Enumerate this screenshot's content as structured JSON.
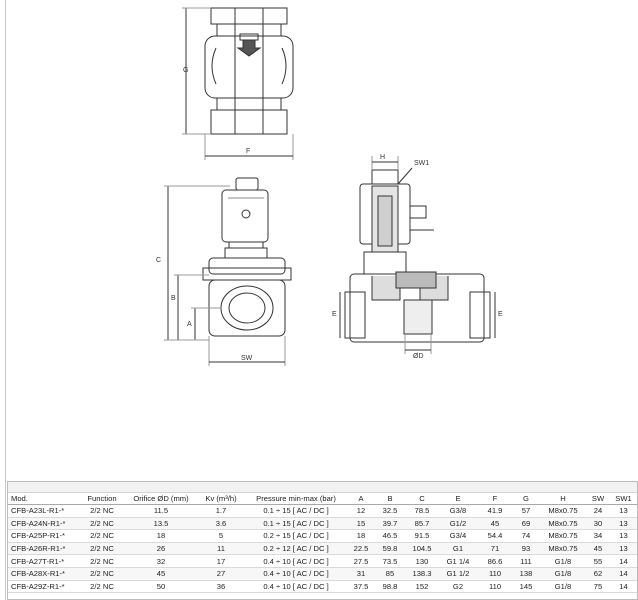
{
  "drawing": {
    "top_view": {
      "dim_g": "G",
      "dim_f": "F"
    },
    "front_view": {
      "dim_c": "C",
      "dim_b": "B",
      "dim_a": "A",
      "dim_sw": "SW"
    },
    "section_view": {
      "dim_h": "H",
      "dim_sw1": "SW1",
      "dim_e_left": "E",
      "dim_e_right": "E",
      "dim_d": "ØD"
    }
  },
  "table": {
    "columns": [
      "Mod.",
      "Function",
      "Orifice ØD (mm)",
      "Kv (m³/h)",
      "Pressure min-max (bar)",
      "A",
      "B",
      "C",
      "E",
      "F",
      "G",
      "H",
      "SW",
      "SW1"
    ],
    "rows": [
      [
        "CFB-A23L-R1-*",
        "2/2 NC",
        "11.5",
        "1.7",
        "0.1 ÷ 15 [ AC / DC ]",
        "12",
        "32.5",
        "78.5",
        "G3/8",
        "41.9",
        "57",
        "M8x0.75",
        "24",
        "13"
      ],
      [
        "CFB-A24N-R1-*",
        "2/2 NC",
        "13.5",
        "3.6",
        "0.1 ÷ 15 [ AC / DC ]",
        "15",
        "39.7",
        "85.7",
        "G1/2",
        "45",
        "69",
        "M8x0.75",
        "30",
        "13"
      ],
      [
        "CFB-A25P-R1-*",
        "2/2 NC",
        "18",
        "5",
        "0.2 ÷ 15 [ AC / DC ]",
        "18",
        "46.5",
        "91.5",
        "G3/4",
        "54.4",
        "74",
        "M8x0.75",
        "34",
        "13"
      ],
      [
        "CFB-A26R-R1-*",
        "2/2 NC",
        "26",
        "11",
        "0.2 ÷ 12 [ AC / DC ]",
        "22.5",
        "59.8",
        "104.5",
        "G1",
        "71",
        "93",
        "M8x0.75",
        "45",
        "13"
      ],
      [
        "CFB-A27T-R1-*",
        "2/2 NC",
        "32",
        "17",
        "0.4 ÷ 10 [ AC / DC ]",
        "27.5",
        "73.5",
        "130",
        "G1 1/4",
        "86.6",
        "111",
        "G1/8",
        "55",
        "14"
      ],
      [
        "CFB-A28X-R1-*",
        "2/2 NC",
        "45",
        "27",
        "0.4 ÷ 10 [ AC / DC ]",
        "31",
        "85",
        "138.3",
        "G1 1/2",
        "110",
        "138",
        "G1/8",
        "62",
        "14"
      ],
      [
        "CFB-A29Z-R1-*",
        "2/2 NC",
        "50",
        "36",
        "0.4 ÷ 10 [ AC / DC ]",
        "37.5",
        "98.8",
        "152",
        "G2",
        "110",
        "145",
        "G1/8",
        "75",
        "14"
      ]
    ]
  }
}
